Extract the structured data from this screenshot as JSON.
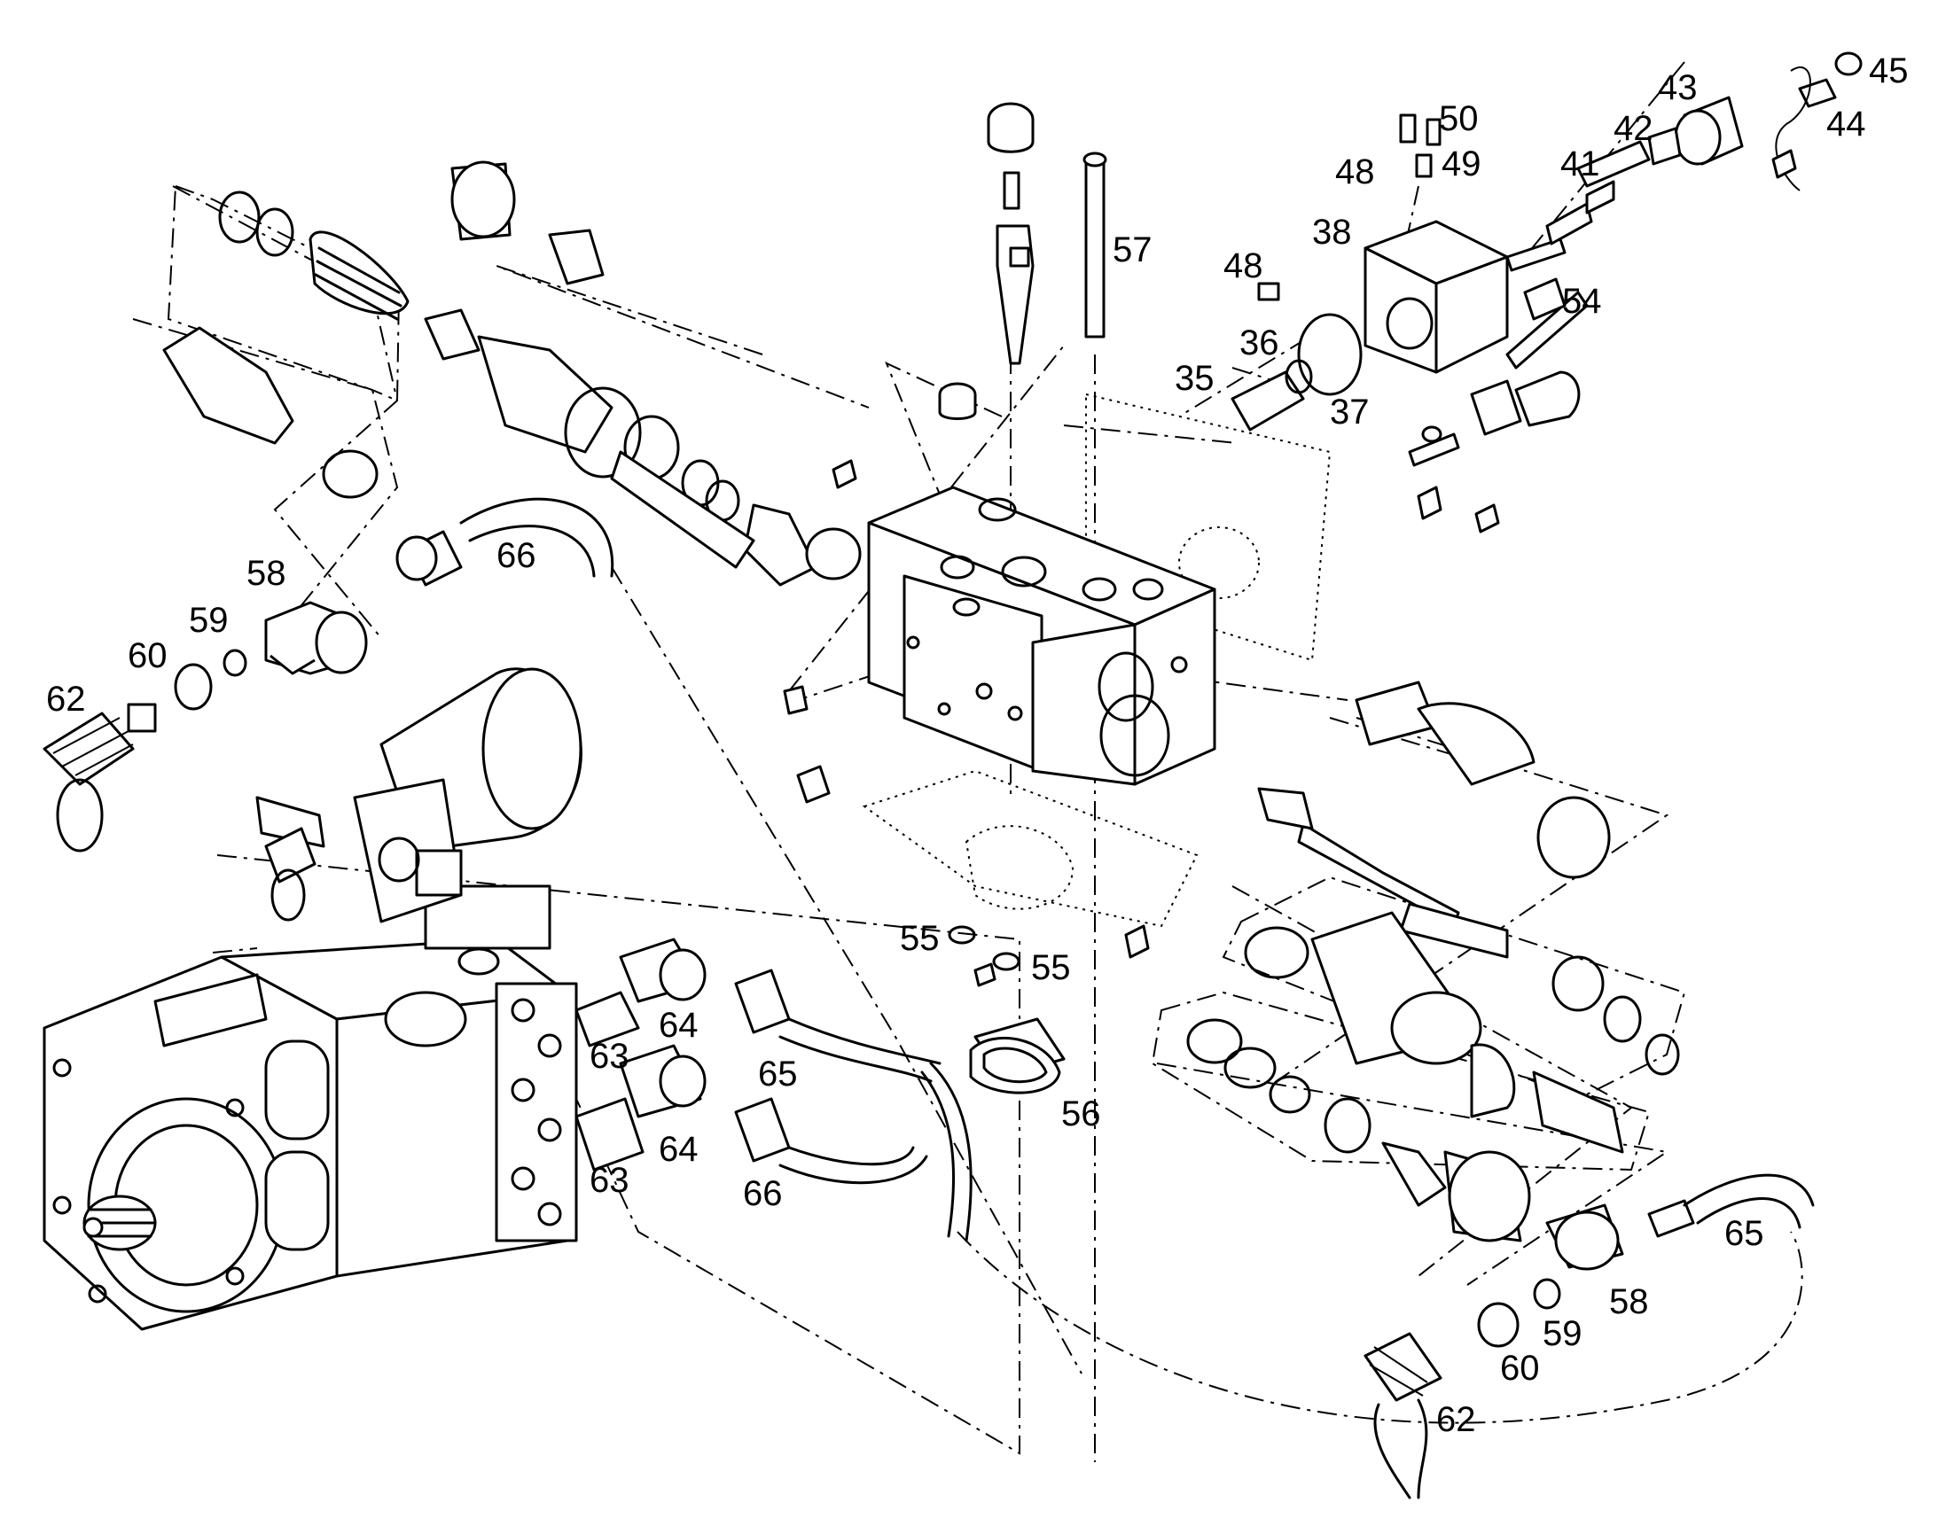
{
  "callouts": [
    {
      "id": "c35",
      "text": "35"
    },
    {
      "id": "c36",
      "text": "36"
    },
    {
      "id": "c37",
      "text": "37"
    },
    {
      "id": "c38",
      "text": "38"
    },
    {
      "id": "c41",
      "text": "41"
    },
    {
      "id": "c42",
      "text": "42"
    },
    {
      "id": "c43",
      "text": "43"
    },
    {
      "id": "c44",
      "text": "44"
    },
    {
      "id": "c45",
      "text": "45"
    },
    {
      "id": "c48a",
      "text": "48"
    },
    {
      "id": "c48b",
      "text": "48"
    },
    {
      "id": "c49",
      "text": "49"
    },
    {
      "id": "c50",
      "text": "50"
    },
    {
      "id": "c54",
      "text": "54"
    },
    {
      "id": "c55a",
      "text": "55"
    },
    {
      "id": "c55b",
      "text": "55"
    },
    {
      "id": "c56",
      "text": "56"
    },
    {
      "id": "c57",
      "text": "57"
    },
    {
      "id": "c58a",
      "text": "58"
    },
    {
      "id": "c58b",
      "text": "58"
    },
    {
      "id": "c59a",
      "text": "59"
    },
    {
      "id": "c59b",
      "text": "59"
    },
    {
      "id": "c60a",
      "text": "60"
    },
    {
      "id": "c60b",
      "text": "60"
    },
    {
      "id": "c62a",
      "text": "62"
    },
    {
      "id": "c62b",
      "text": "62"
    },
    {
      "id": "c63a",
      "text": "63"
    },
    {
      "id": "c63b",
      "text": "63"
    },
    {
      "id": "c64a",
      "text": "64"
    },
    {
      "id": "c64b",
      "text": "64"
    },
    {
      "id": "c65a",
      "text": "65"
    },
    {
      "id": "c65b",
      "text": "65"
    },
    {
      "id": "c66a",
      "text": "66"
    },
    {
      "id": "c66b",
      "text": "66"
    }
  ],
  "colors": {
    "ink": "#000000",
    "paper": "#ffffff"
  }
}
